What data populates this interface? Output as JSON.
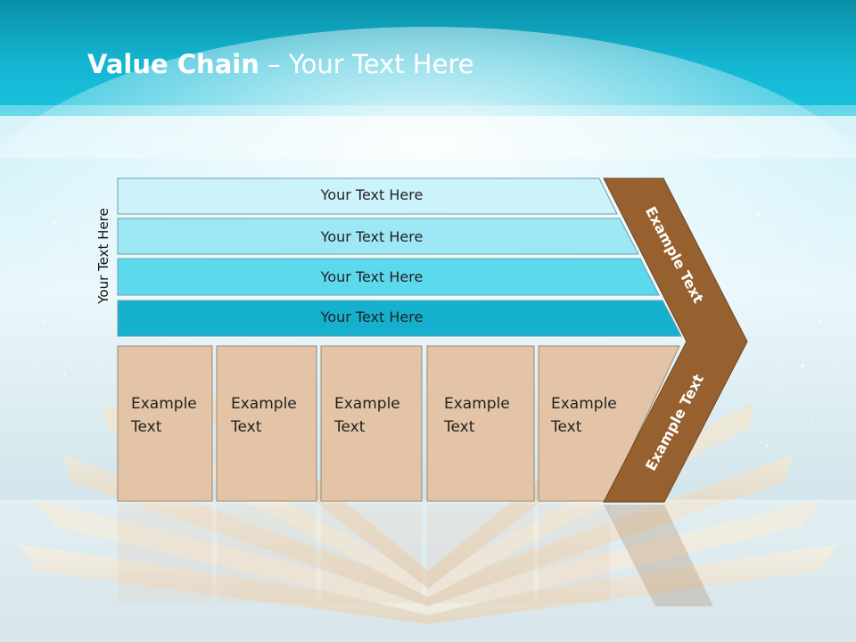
{
  "slide": {
    "title_bold": "Value Chain",
    "title_rest": " – Your Text Here",
    "side_label": "Your Text Here",
    "bars": [
      {
        "label": "Your Text Here",
        "color": "#ccf3fa"
      },
      {
        "label": "Your Text Here",
        "color": "#9ee8f5"
      },
      {
        "label": "Your Text Here",
        "color": "#5dd9ee"
      },
      {
        "label": "Your Text Here",
        "color": "#16b0cf"
      }
    ],
    "boxes": [
      {
        "line1": "Example",
        "line2": "Text"
      },
      {
        "line1": "Example",
        "line2": "Text"
      },
      {
        "line1": "Example",
        "line2": "Text"
      },
      {
        "line1": "Example",
        "line2": "Text"
      },
      {
        "line1": "Example",
        "line2": "Text"
      }
    ],
    "chevron": {
      "upper_label": "Example Text",
      "lower_label": "Example Text",
      "color": "#96612f"
    },
    "box_color": "#e3c4a6",
    "header_color": "#0eb0cc"
  }
}
